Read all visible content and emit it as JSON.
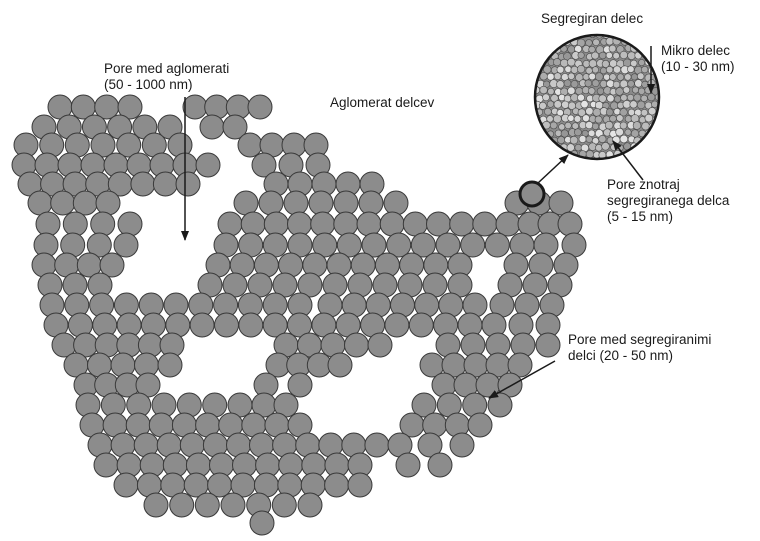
{
  "labels": {
    "segregated_particle": "Segregiran delec",
    "pores_between_agglomerates": [
      "Pore med aglomerati",
      "(50 - 1000 nm)"
    ],
    "particle_agglomerate": "Aglomerat delcev",
    "micro_particle": [
      "Mikro delec",
      "(10 - 30 nm)"
    ],
    "pores_inside_particle": [
      "Pore znotraj",
      "segregiranega delca",
      "(5 - 15 nm)"
    ],
    "pores_between_segregated": [
      "Pore med segregiranimi",
      "delci (20 - 50 nm)"
    ]
  },
  "colors": {
    "particle_fill": "#8c8c8c",
    "particle_stroke": "#3a3a3a",
    "text": "#1a1a1a",
    "arrow": "#1a1a1a"
  }
}
